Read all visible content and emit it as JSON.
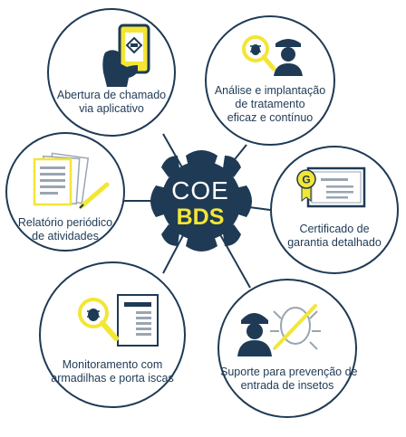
{
  "colors": {
    "navy": "#1f3a55",
    "yellow": "#f3e634",
    "gray": "#9aa5b1",
    "white": "#ffffff"
  },
  "center": {
    "line1": "COE",
    "line2": "BDS"
  },
  "nodes": [
    {
      "id": "abertura",
      "icon": "phone-app-icon",
      "lines": [
        "Abertura de chamado",
        "via aplicativo"
      ]
    },
    {
      "id": "analise",
      "icon": "pest-technician-icon",
      "lines": [
        "Análise e implantação",
        "de tratamento",
        "eficaz e contínuo"
      ]
    },
    {
      "id": "certificado",
      "icon": "certificate-icon",
      "badge": "G",
      "lines": [
        "Certificado de",
        "garantia detalhado"
      ]
    },
    {
      "id": "suporte",
      "icon": "insect-prevention-icon",
      "lines": [
        "Suporte para prevenção de",
        "entrada de insetos"
      ]
    },
    {
      "id": "monitoramento",
      "icon": "bug-monitoring-icon",
      "lines": [
        "Monitoramento com",
        "armadilhas e porta iscas"
      ]
    },
    {
      "id": "relatorio",
      "icon": "report-documents-icon",
      "lines": [
        "Relatório periódico",
        "de atividades"
      ]
    }
  ]
}
